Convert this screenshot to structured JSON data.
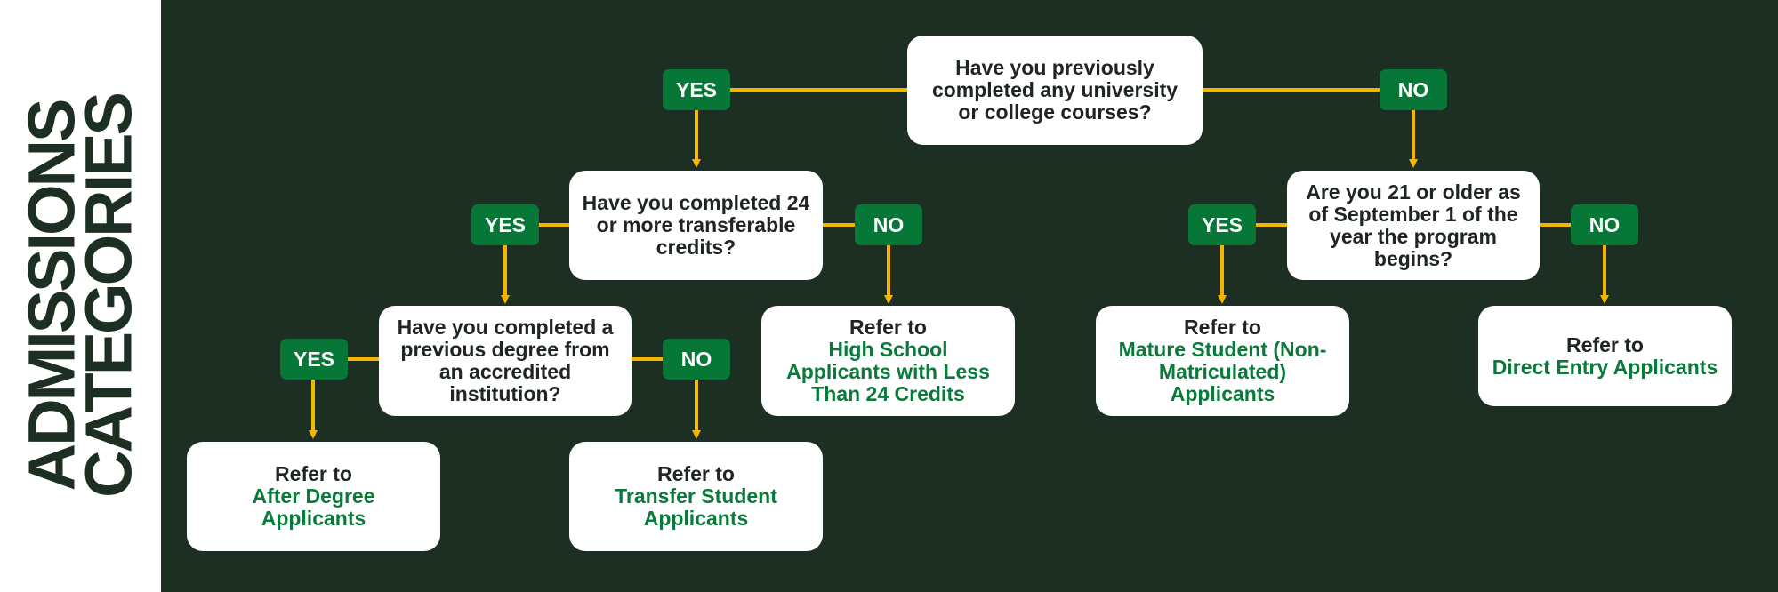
{
  "sidebar": {
    "title_line1": "ADMISSIONS",
    "title_line2": "CATEGORIES"
  },
  "colors": {
    "background": "#1c2f22",
    "connector": "#f4b400",
    "tag": "#077738",
    "target_text": "#0a7a3b"
  },
  "flowchart": {
    "yes_label": "YES",
    "no_label": "NO",
    "refer_prefix": "Refer to",
    "questions": {
      "q1": "Have you previously completed any university or college courses?",
      "q2": "Have you completed 24 or more transferable credits?",
      "q3": "Have you completed a previous degree from an accredited institution?",
      "q4": "Are you 21 or older as of September 1 of the year the program begins?"
    },
    "outcomes": {
      "after_degree": "After Degree Applicants",
      "transfer": "Transfer Student Applicants",
      "high_school": "High School Applicants with Less Than 24 Credits",
      "mature": "Mature Student (Non-Matriculated) Applicants",
      "direct_entry": "Direct Entry Applicants"
    }
  }
}
